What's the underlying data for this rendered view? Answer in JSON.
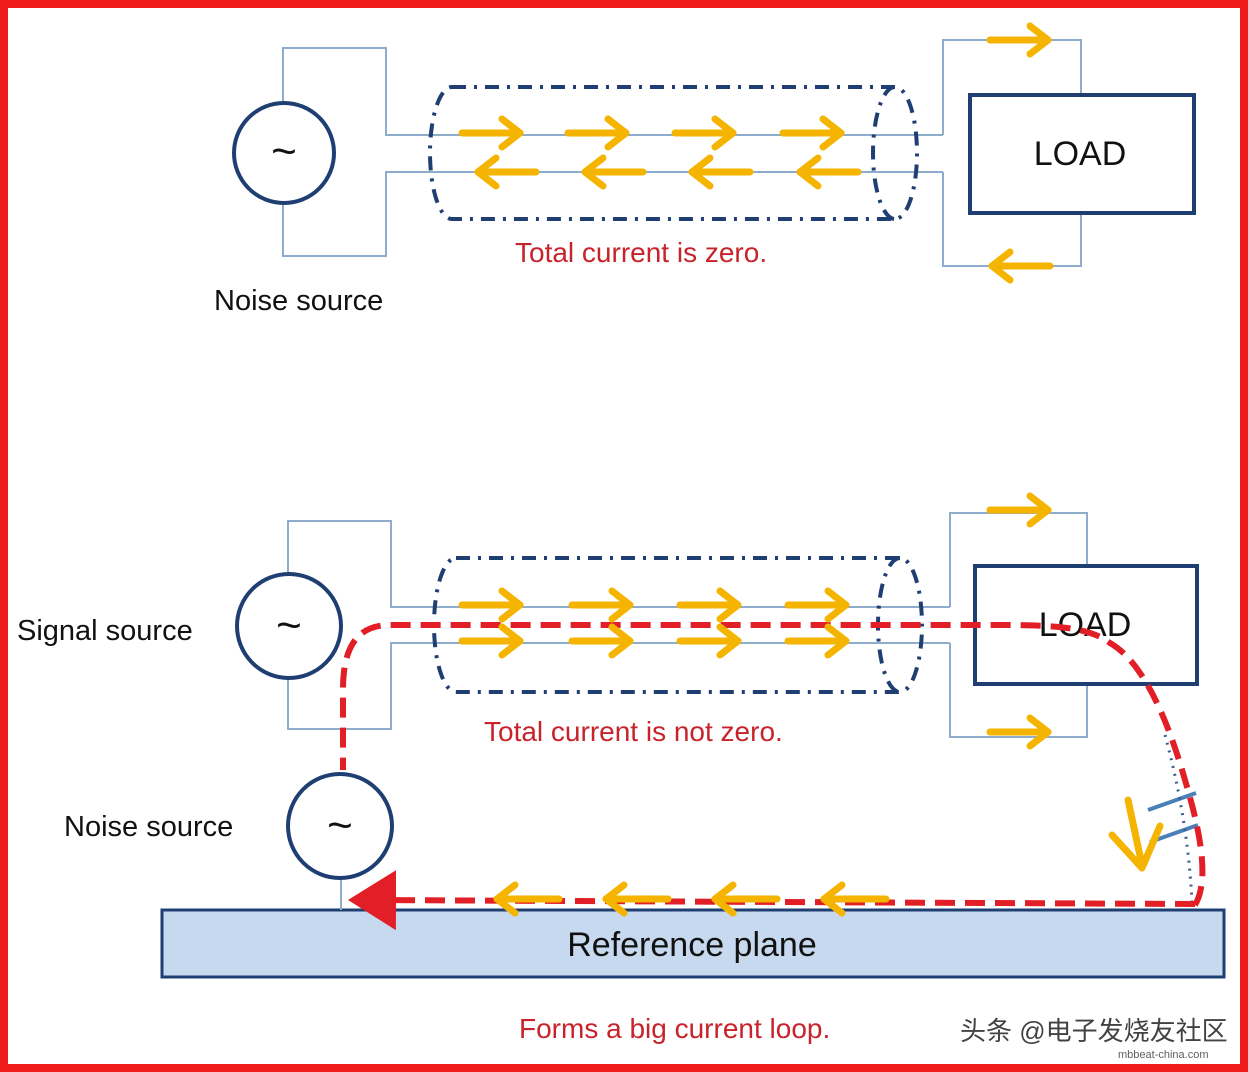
{
  "colors": {
    "border": "#ee1c1c",
    "wire": "#8eaccb",
    "source_stroke": "#1f3f73",
    "cable_outline": "#1f3f73",
    "arrow": "#f5b400",
    "loop": "#e21e26",
    "caption": "#c8232b",
    "load_stroke": "#1f3f73",
    "plane_fill": "#c7d9ee",
    "plane_stroke": "#1f3f73"
  },
  "symbols": {
    "ac_source": "~"
  },
  "top": {
    "noise_source_label": "Noise source",
    "load_label": "LOAD",
    "caption": "Total current is zero."
  },
  "bottom": {
    "signal_source_label": "Signal source",
    "noise_source_label": "Noise source",
    "load_label": "LOAD",
    "caption": "Total current is not zero.",
    "plane_label": "Reference plane",
    "loop_caption": "Forms a big current loop."
  },
  "watermark": {
    "text": "头条 @电子发烧友社区",
    "sub": "mbbeat-china.com"
  }
}
